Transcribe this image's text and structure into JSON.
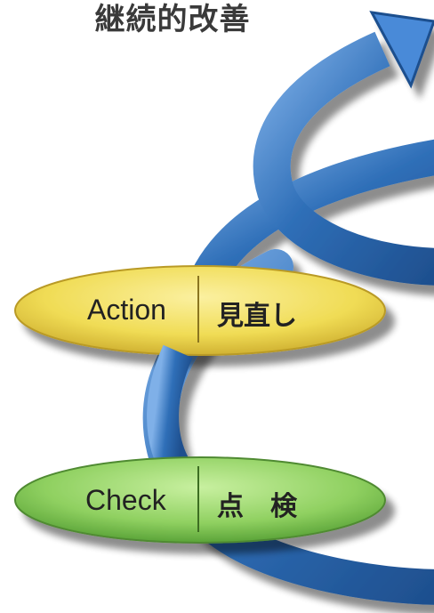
{
  "title": "継続的改善",
  "stages": [
    {
      "name": "Action",
      "jp": "見直し",
      "color": "#f0dc55"
    },
    {
      "name": "Check",
      "jp": "点　検",
      "color": "#8fd060"
    }
  ],
  "colors": {
    "arrow": "#2f6fb8",
    "arrow_dark": "#1e4f8e",
    "arrow_light": "#7fb0e8"
  }
}
